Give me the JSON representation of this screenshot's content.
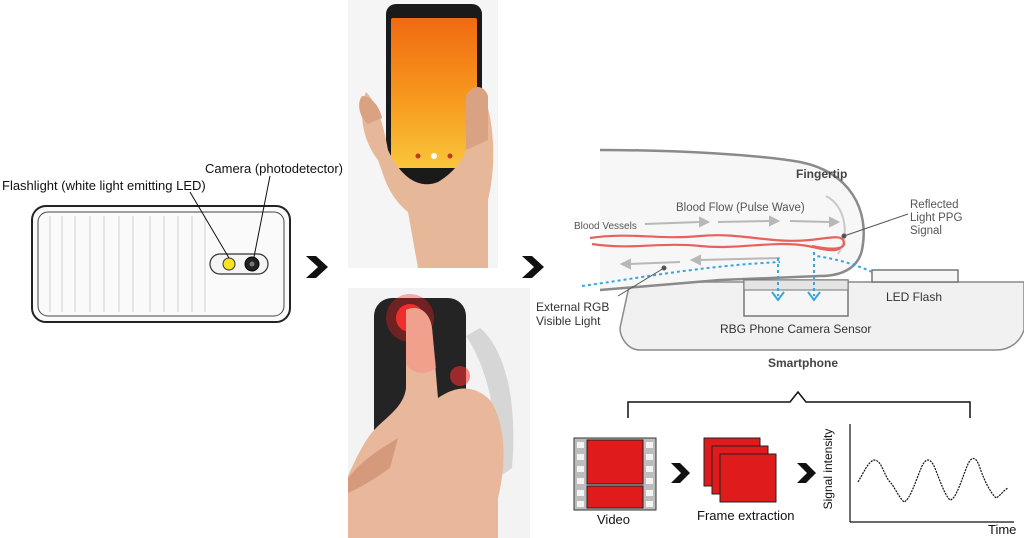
{
  "phone_outline": {
    "flashlight_label": "Flashlight (white light emitting LED)",
    "camera_label": "Camera (photodetector)"
  },
  "diagram": {
    "fingertip": "Fingertip",
    "blood_flow": "Blood Flow (Pulse Wave)",
    "blood_vessels": "Blood Vessels",
    "reflected_signal": [
      "Reflected",
      "Light PPG",
      "Signal"
    ],
    "external_light": [
      "External RGB",
      "Visible Light"
    ],
    "led_flash": "LED Flash",
    "camera_sensor": "RBG Phone Camera Sensor",
    "smartphone": "Smartphone"
  },
  "pipeline": {
    "video": "Video",
    "frame_extraction": "Frame extraction",
    "signal_ylabel": "Signal intensity",
    "signal_xlabel": "Time"
  },
  "colors": {
    "vessel": "#e8615f",
    "light": "#35a7e0",
    "film_red": "#e01b1b",
    "outline": "#555555"
  }
}
